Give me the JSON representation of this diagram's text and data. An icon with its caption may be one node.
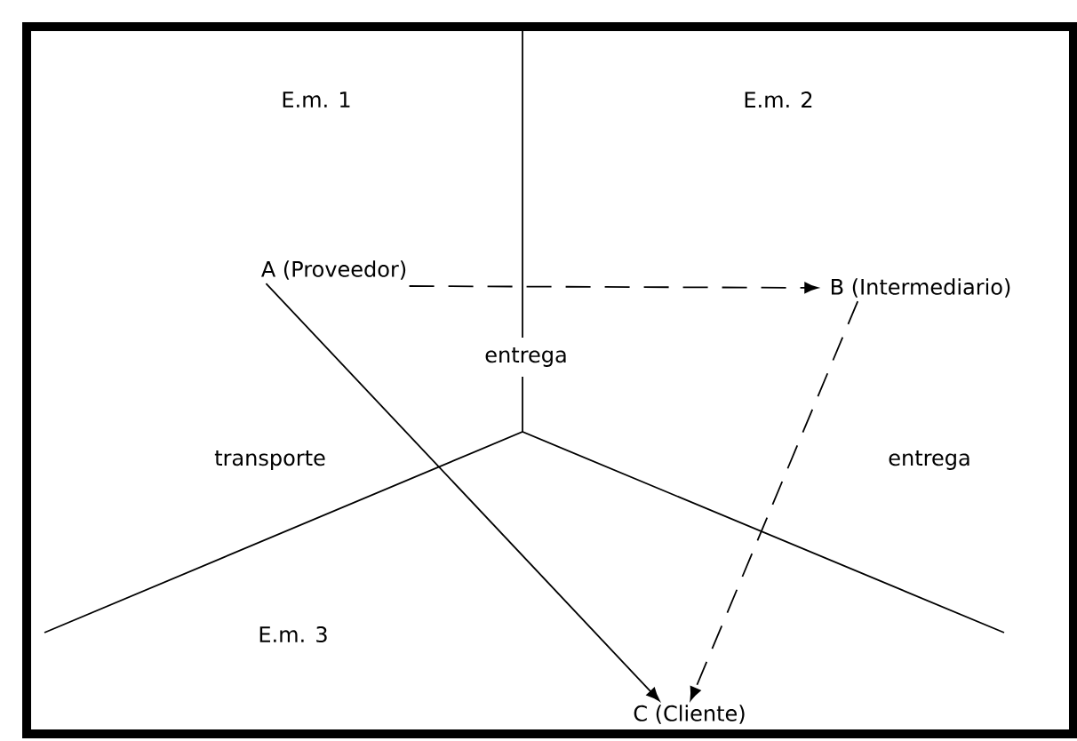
{
  "diagram": {
    "nodes": [
      {
        "text": [
          "A (Proveedor)"
        ]
      },
      {
        "text": [
          "B (Intermediario)"
        ]
      },
      {
        "text": [
          "C (Cliente)"
        ]
      }
    ],
    "edges": [
      {
        "from": 0,
        "to": 1,
        "arrow": "to",
        "style": "dashed"
      },
      {
        "from": 0,
        "to": 2,
        "arrow": "to"
      },
      {
        "from": 1,
        "to": 2,
        "arrow": "to",
        "style": "dashed"
      }
    ],
    "labels": [
      "E.m. 1",
      "E.m. 2",
      "entrega",
      "transporte",
      "entrega",
      "E.m. 3"
    ]
  }
}
